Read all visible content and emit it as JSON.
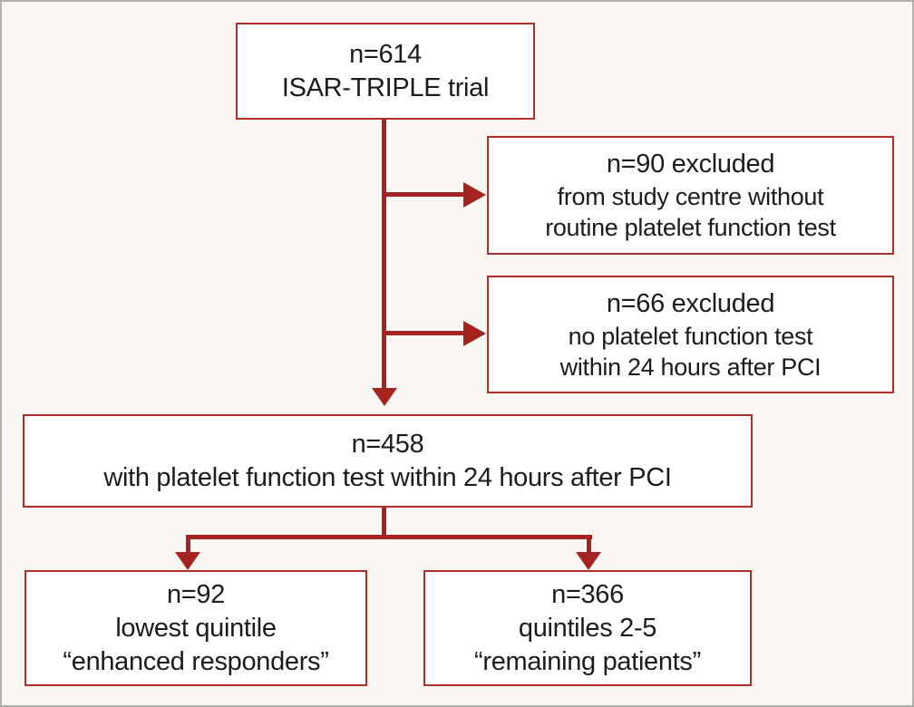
{
  "diagram": {
    "type": "patient-flow-diagram",
    "trial_name": "ISAR-TRIPLE trial",
    "colors": {
      "line": "#a42421",
      "box_border": "#b02e29",
      "background": "#faf7f2",
      "box_fill": "#ffffff",
      "text": "#1c1c1c",
      "frame": "#b1afb1"
    },
    "boxes": {
      "enrolled": {
        "line1": "n=614",
        "line2": "ISAR-TRIPLE trial"
      },
      "excluded_no_routine_test": {
        "line1": "n=90 excluded",
        "line2": "from study centre without",
        "line3": "routine platelet function test"
      },
      "excluded_no_test_24h": {
        "line1": "n=66 excluded",
        "line2": "no platelet function test",
        "line3": "within 24 hours after PCI"
      },
      "tested": {
        "line1": "n=458",
        "line2": "with platelet function test within 24 hours after PCI"
      },
      "enhanced_responders": {
        "line1": "n=92",
        "line2": "lowest quintile",
        "line3": "“enhanced responders”"
      },
      "remaining_patients": {
        "line1": "n=366",
        "line2": "quintiles 2-5",
        "line3": "“remaining patients”"
      }
    },
    "counts": {
      "enrolled": 614,
      "excluded_no_routine_test": 90,
      "excluded_no_test_24h": 66,
      "tested": 458,
      "enhanced_responders": 92,
      "remaining_patients": 366
    }
  }
}
